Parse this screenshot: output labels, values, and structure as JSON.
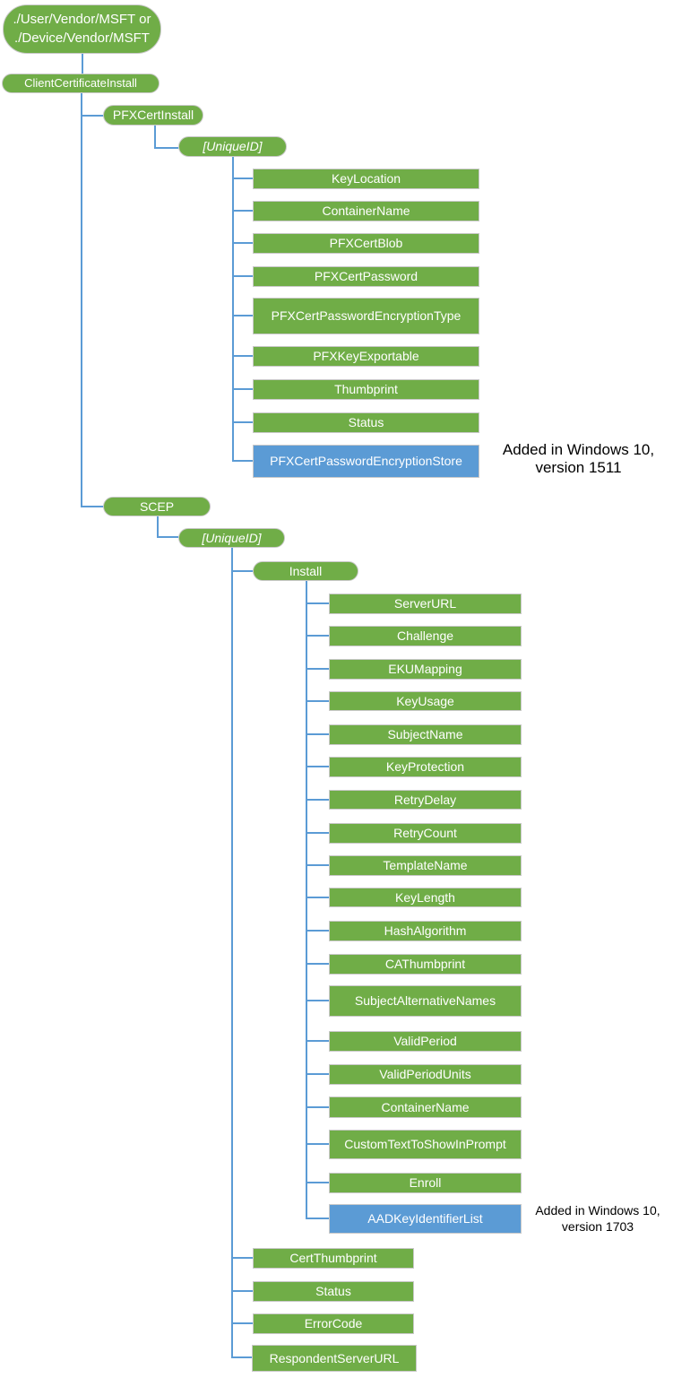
{
  "palette": {
    "node_green": "#70AD47",
    "node_blue": "#5B9BD5",
    "connector_blue": "#5B9BD5",
    "node_border_gray": "#C9C9C9",
    "node_text": "#FFFFFF",
    "annotation_text": "#000000"
  },
  "tree": {
    "root": {
      "line1": "./User/Vendor/MSFT or",
      "line2": "./Device/Vendor/MSFT"
    },
    "cci": {
      "label": "ClientCertificateInstall"
    },
    "pfx": {
      "label": "PFXCertInstall",
      "uniqueId": "[UniqueID]",
      "children": [
        "KeyLocation",
        "ContainerName",
        "PFXCertBlob",
        "PFXCertPassword",
        "PFXCertPasswordEncryptionType",
        "PFXKeyExportable",
        "Thumbprint",
        "Status",
        "PFXCertPasswordEncryptionStore"
      ]
    },
    "scep": {
      "label": "SCEP",
      "uniqueId": "[UniqueID]",
      "install": {
        "label": "Install",
        "children": [
          "ServerURL",
          "Challenge",
          "EKUMapping",
          "KeyUsage",
          "SubjectName",
          "KeyProtection",
          "RetryDelay",
          "RetryCount",
          "TemplateName",
          "KeyLength",
          "HashAlgorithm",
          "CAThumbprint",
          "SubjectAlternativeNames",
          "ValidPeriod",
          "ValidPeriodUnits",
          "ContainerName",
          "CustomTextToShowInPrompt",
          "Enroll",
          "AADKeyIdentifierList"
        ]
      },
      "children": [
        "CertThumbprint",
        "Status",
        "ErrorCode",
        "RespondentServerURL"
      ]
    }
  },
  "annotations": [
    {
      "line1": "Added in Windows 10,",
      "line2": "version 1511"
    },
    {
      "line1": "Added in Windows 10,",
      "line2": "version 1703"
    }
  ]
}
